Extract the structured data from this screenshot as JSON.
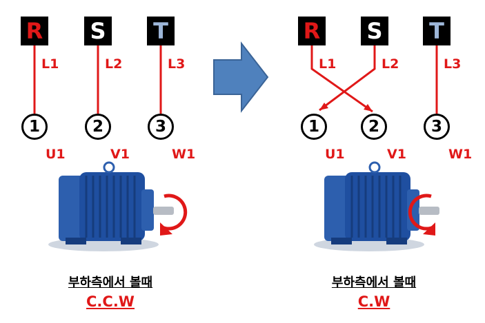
{
  "colors": {
    "accent": "#e01818",
    "arrow": "#4f81bd",
    "box": "#000000",
    "motor": "#1f4fa0"
  },
  "left": {
    "phases": [
      {
        "letter": "R",
        "color": "#e01818",
        "line": "L1"
      },
      {
        "letter": "S",
        "color": "#ffffff",
        "line": "L2"
      },
      {
        "letter": "T",
        "color": "#9db6d8",
        "line": "L3"
      }
    ],
    "terminals": [
      {
        "num": "1",
        "label": "U1"
      },
      {
        "num": "2",
        "label": "V1"
      },
      {
        "num": "3",
        "label": "W1"
      }
    ],
    "caption": "부하측에서 볼때",
    "direction": "C.C.W"
  },
  "right": {
    "phases": [
      {
        "letter": "R",
        "color": "#e01818",
        "line": "L1"
      },
      {
        "letter": "S",
        "color": "#ffffff",
        "line": "L2"
      },
      {
        "letter": "T",
        "color": "#9db6d8",
        "line": "L3"
      }
    ],
    "terminals": [
      {
        "num": "1",
        "label": "U1"
      },
      {
        "num": "2",
        "label": "V1"
      },
      {
        "num": "3",
        "label": "W1"
      }
    ],
    "caption": "부하측에서 볼때",
    "direction": "C.W"
  },
  "icons": {
    "transition": "right-arrow-icon",
    "motor": "electric-motor-icon",
    "rotation": "rotation-arrow-icon"
  }
}
